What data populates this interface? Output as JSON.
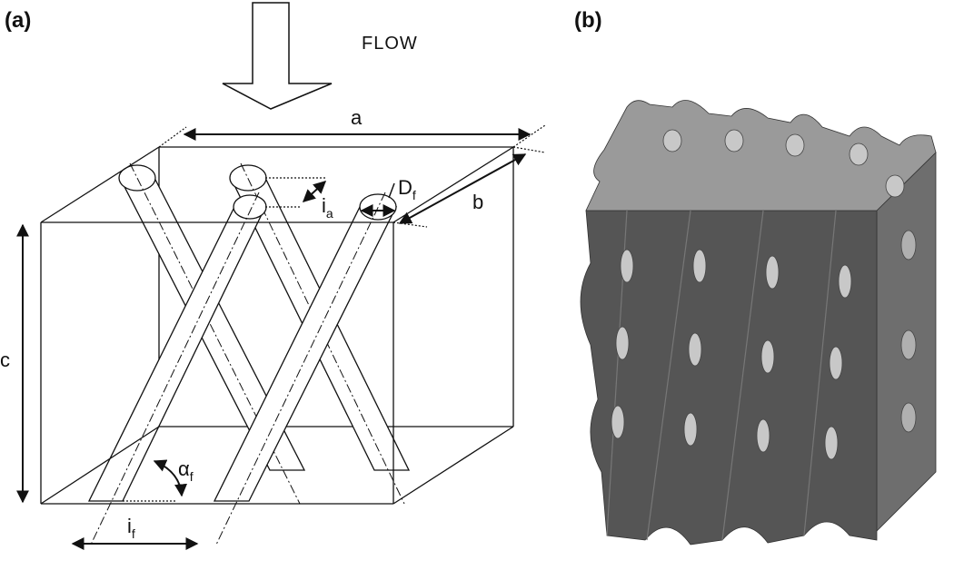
{
  "panels": {
    "a": {
      "label": "(a)"
    },
    "b": {
      "label": "(b)"
    }
  },
  "labels": {
    "flow": "FLOW",
    "a": "a",
    "b": "b",
    "c": "c",
    "Df_main": "D",
    "Df_sub": "f",
    "ia_main": "i",
    "ia_sub": "a",
    "alpha_main": "α",
    "alpha_sub": "f",
    "if_main": "i",
    "if_sub": "f"
  },
  "colors": {
    "line": "#111111",
    "solid_top": "#9a9a9a",
    "solid_front": "#555555",
    "solid_side": "#6e6e6e",
    "solid_hole": "#c8c8c8"
  }
}
